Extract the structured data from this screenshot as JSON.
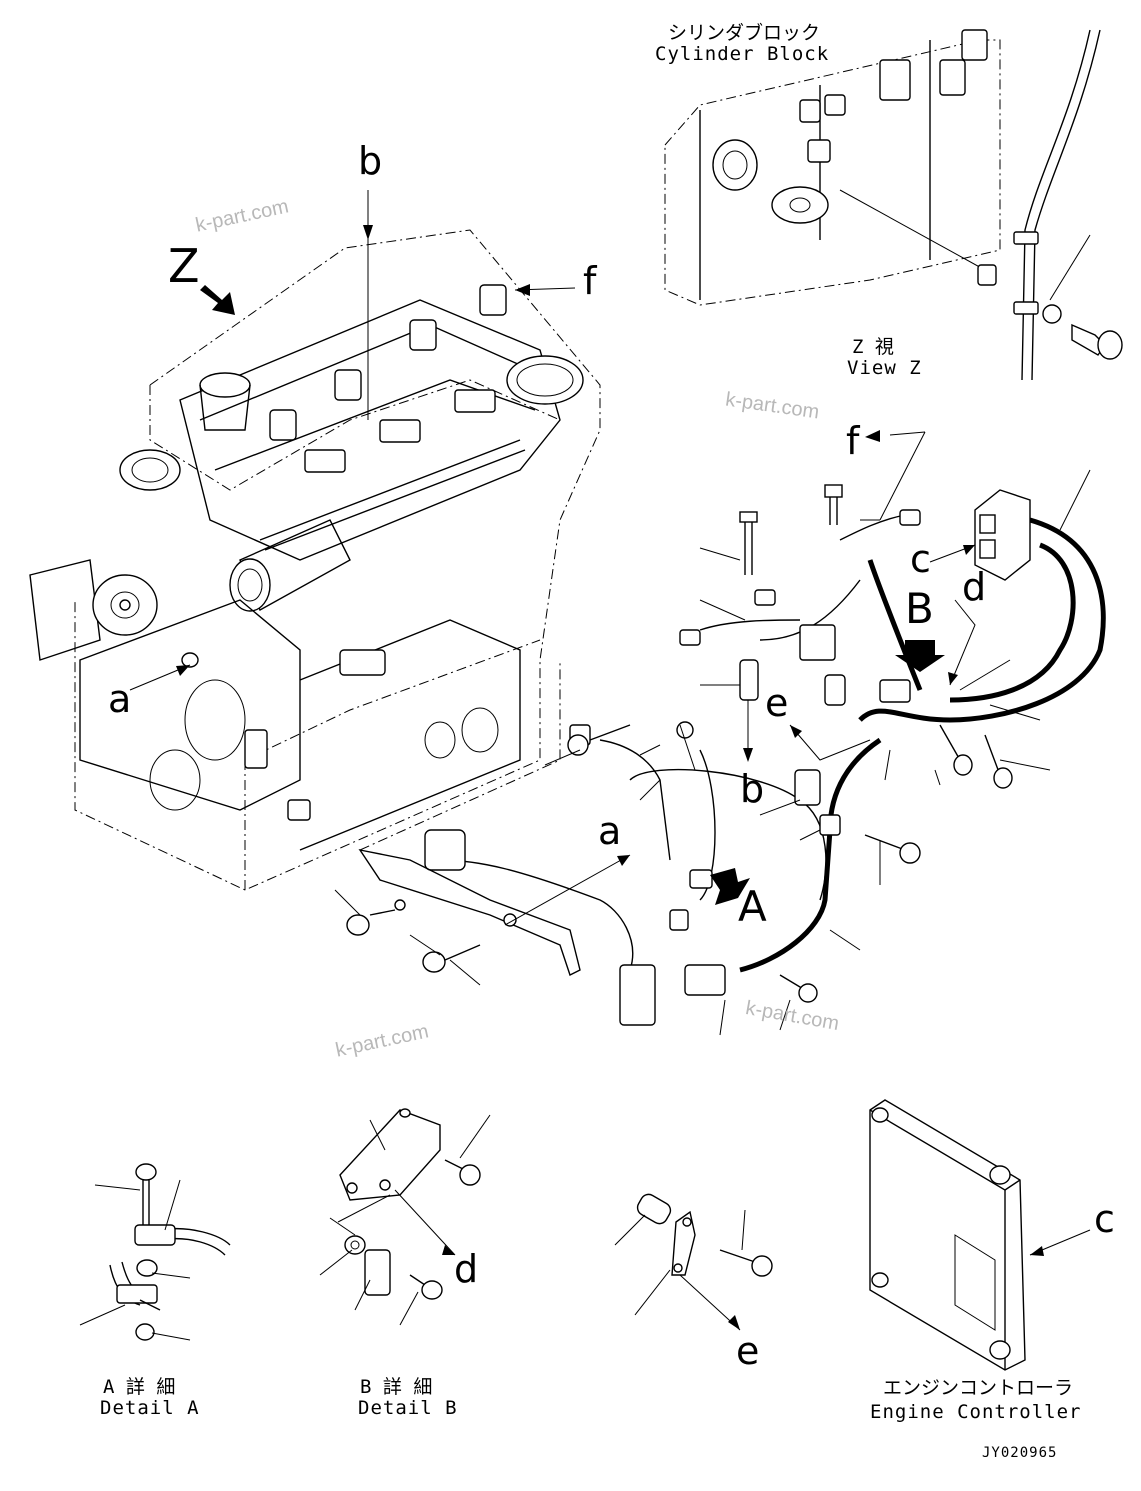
{
  "labels": {
    "cylinder_block_jp": "シリンダブロック",
    "cylinder_block_en": "Cylinder Block",
    "view_z_jp": "Z 視",
    "view_z_en": "View Z",
    "detail_a_jp": "A 詳 細",
    "detail_a_en": "Detail A",
    "detail_b_jp": "B 詳 細",
    "detail_b_en": "Detail B",
    "engine_controller_jp": "エンジンコントローラ",
    "engine_controller_en": "Engine Controller",
    "drawing_no": "JY020965"
  },
  "callouts": {
    "z": "Z",
    "b_top": "b",
    "f_top": "f",
    "a_left": "a",
    "f_right": "f",
    "c_right": "c",
    "d_right": "d",
    "B_big": "B",
    "e_mid": "e",
    "b_mid": "b",
    "a_mid": "a",
    "A_big": "A",
    "d_detail": "d",
    "e_detail": "e",
    "c_detail": "c"
  },
  "watermarks": [
    "k-part.com",
    "k-part.com",
    "k-part.com",
    "k-part.com"
  ]
}
